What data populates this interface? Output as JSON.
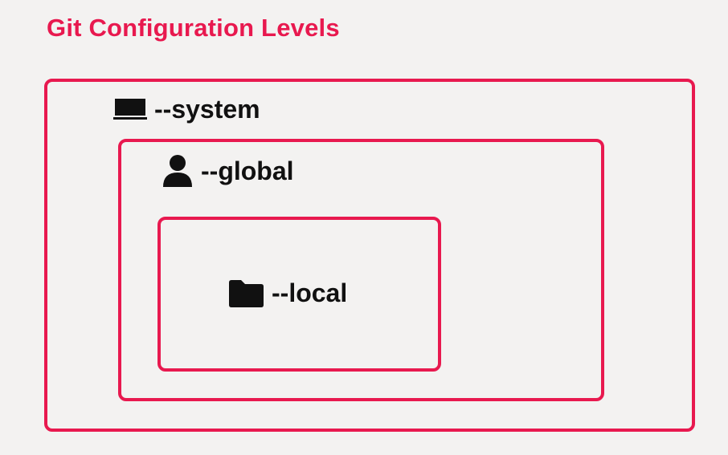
{
  "title": "Git Configuration Levels",
  "colors": {
    "accent": "#e8194f",
    "text": "#111111",
    "background": "#f3f2f1"
  },
  "levels": [
    {
      "icon": "laptop-icon",
      "label": "--system"
    },
    {
      "icon": "user-icon",
      "label": "--global"
    },
    {
      "icon": "folder-icon",
      "label": "--local"
    }
  ]
}
